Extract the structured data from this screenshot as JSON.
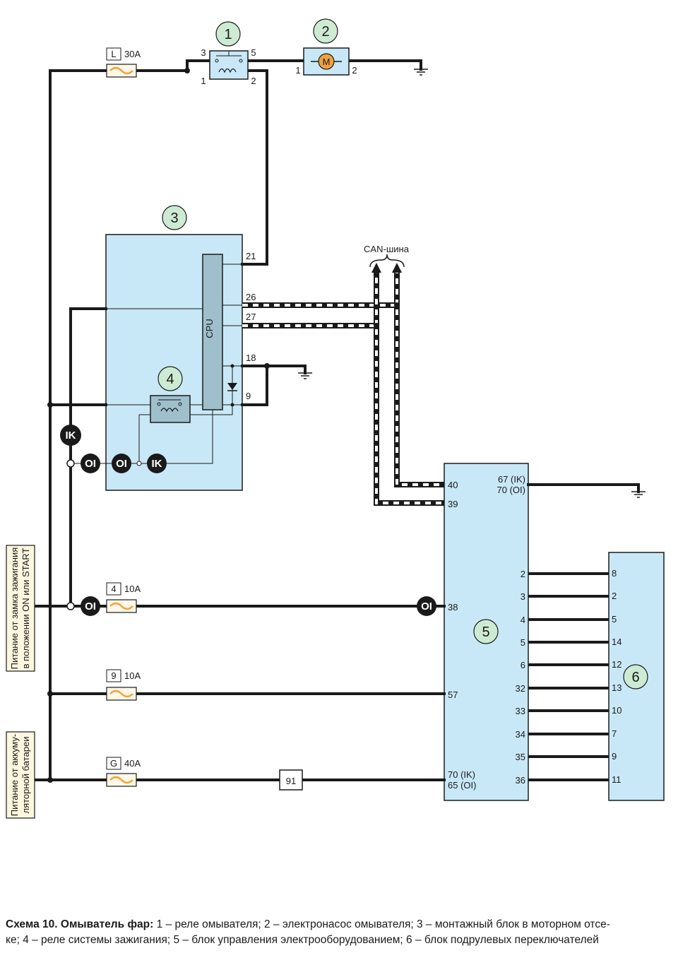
{
  "callouts": [
    "1",
    "2",
    "3",
    "4",
    "5",
    "6"
  ],
  "fuses": {
    "f1": {
      "id": "L",
      "rating": "30A"
    },
    "f2": {
      "id": "4",
      "rating": "10A"
    },
    "f3": {
      "id": "9",
      "rating": "10A"
    },
    "f4": {
      "id": "G",
      "rating": "40A"
    }
  },
  "relay1_pins": {
    "p3": "3",
    "p5": "5",
    "p1": "1",
    "p2": "2"
  },
  "motor": {
    "label": "M",
    "pin1": "1",
    "pin2": "2"
  },
  "block3": {
    "cpu": "CPU",
    "pin21": "21",
    "pin26": "26",
    "pin27": "27",
    "pin18": "18",
    "pin9": "9"
  },
  "can_label": "CAN-шина",
  "badges": {
    "ik": "IK",
    "ol": "OI"
  },
  "block5": {
    "pin40": "40",
    "pin39": "39",
    "pin38": "38",
    "pin57": "57",
    "pin_ground_a": "67 (IK)",
    "pin_ground_b": "70 (OI)",
    "pin_batt_a": "70 (IK)",
    "pin_batt_b": "65 (OI)",
    "right_pins": [
      "2",
      "3",
      "4",
      "5",
      "6",
      "32",
      "33",
      "34",
      "35",
      "36"
    ]
  },
  "block6_pins": [
    "8",
    "2",
    "5",
    "14",
    "12",
    "13",
    "10",
    "7",
    "9",
    "11"
  ],
  "connector": "91",
  "side_labels": {
    "ignition": [
      "Питание от замка зажигания",
      "в положении ON или START"
    ],
    "battery": [
      "Питание от аккуму-",
      "ляторной батареи"
    ]
  },
  "caption": {
    "title": "Схема 10. Омыватель фар:",
    "line1": " 1 – реле омывателя; 2 – электронасос омывателя; 3 – монтажный блок в моторном отсе-",
    "line2": "ке; 4 – реле системы зажигания; 5 – блок управления электрооборудованием; 6 – блок подрулевых переключателей"
  },
  "colors": {
    "wire": "#1a1a1a",
    "block_fill": "#c9e8f7",
    "callout_fill": "#cdebd3",
    "cpu_fill": "#9fbfcc",
    "motor_fill": "#f0a040",
    "fuse_element": "#f3a33a"
  }
}
